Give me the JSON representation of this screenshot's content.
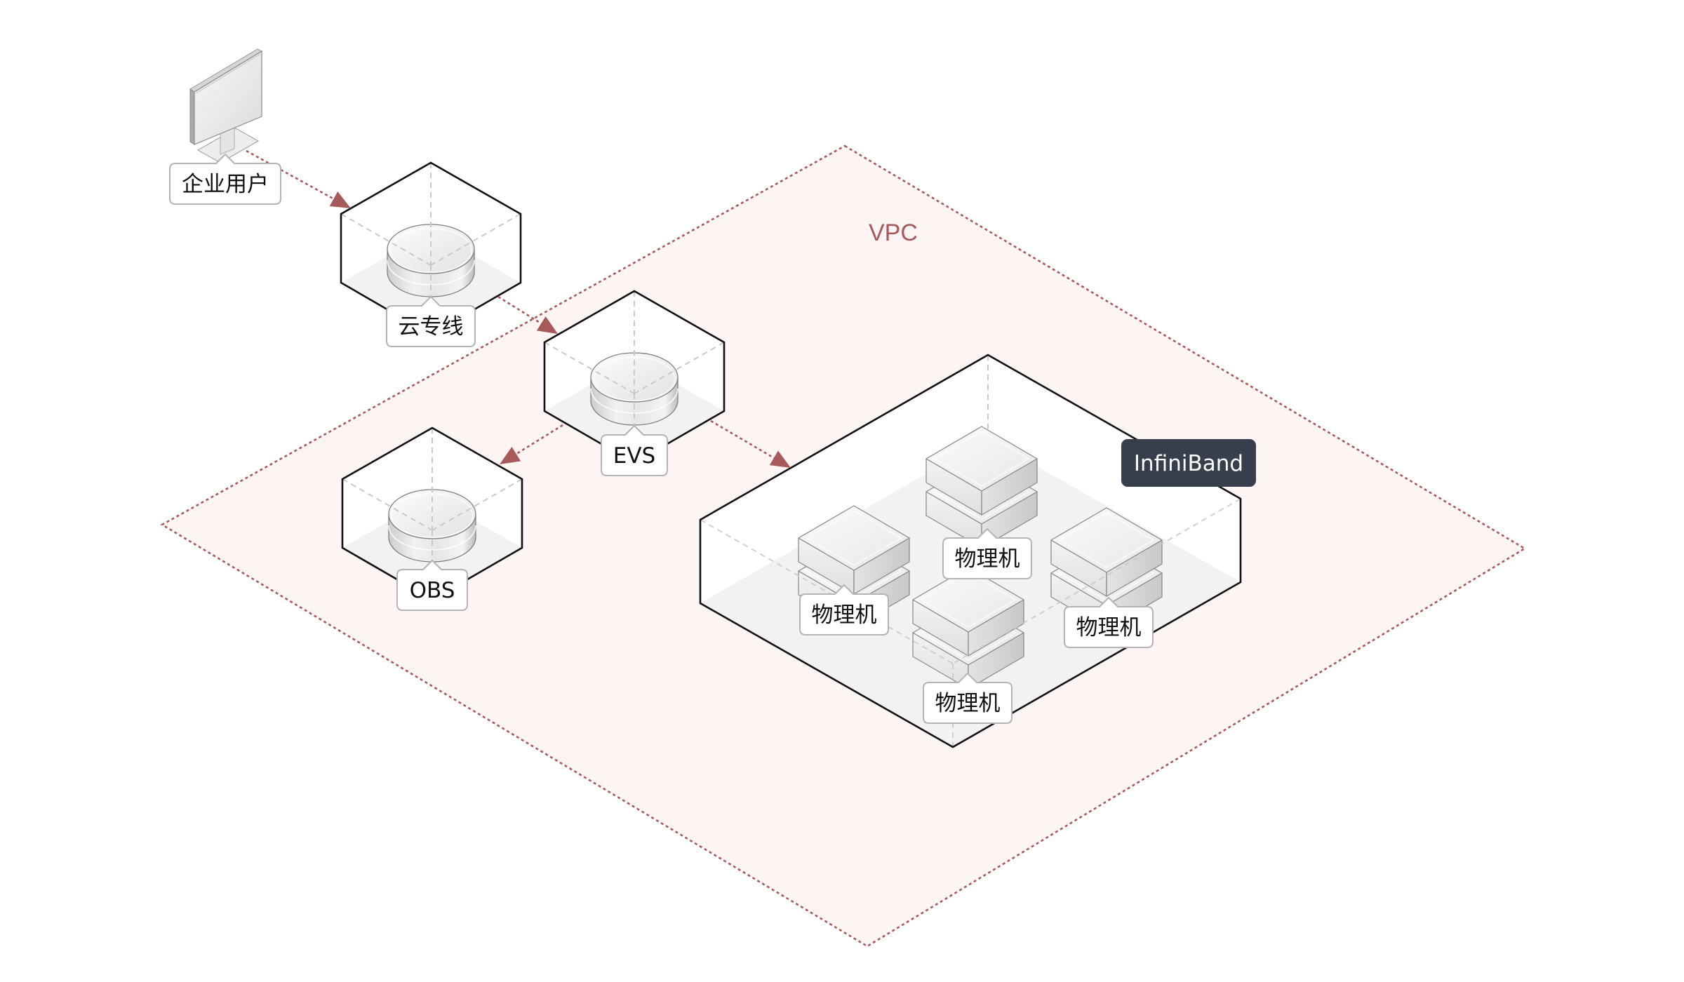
{
  "vpc": {
    "label": "VPC"
  },
  "nodes": {
    "enterprise_user": {
      "label": "企业用户",
      "icon": "monitor-icon"
    },
    "direct_connect": {
      "label": "云专线",
      "icon": "storage-cylinder-icon"
    },
    "evs": {
      "label": "EVS",
      "icon": "storage-cylinder-icon"
    },
    "obs": {
      "label": "OBS",
      "icon": "storage-cylinder-icon"
    }
  },
  "infiniband": {
    "label": "InfiniBand",
    "servers": [
      {
        "label": "物理机",
        "icon": "server-stack-icon"
      },
      {
        "label": "物理机",
        "icon": "server-stack-icon"
      },
      {
        "label": "物理机",
        "icon": "server-stack-icon"
      },
      {
        "label": "物理机",
        "icon": "server-stack-icon"
      }
    ]
  },
  "colors": {
    "accent": "#a85a5a",
    "vpc_fill": "#fdf4f4",
    "badge_bg": "#373f4d",
    "badge_text": "#ffffff"
  }
}
